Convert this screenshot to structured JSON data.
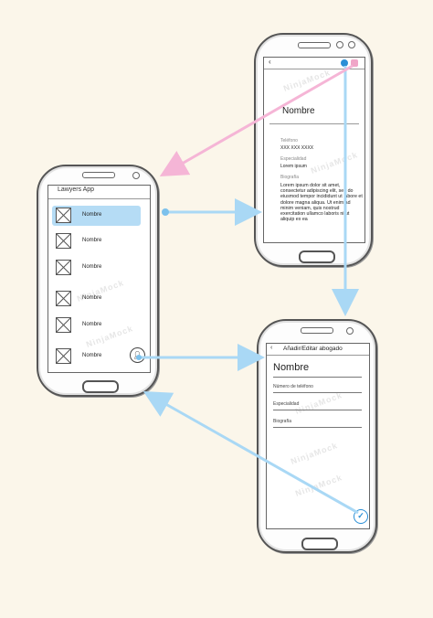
{
  "list_screen": {
    "title": "Lawyers App",
    "items": [
      {
        "label": "Nombre",
        "selected": true
      },
      {
        "label": "Nombre",
        "selected": false
      },
      {
        "label": "Nombre",
        "selected": false
      },
      {
        "label": "Nombre",
        "selected": false
      },
      {
        "label": "Nombre",
        "selected": false
      },
      {
        "label": "Nombre",
        "selected": false
      }
    ],
    "fab_icon": "add-person-icon"
  },
  "detail_screen": {
    "name": "Nombre",
    "phone_label": "Teléfono",
    "phone_value": "XXX XXX XXXX",
    "specialty_label": "Especialidad",
    "specialty_value": "Lorem ipsum",
    "bio_label": "Biografía",
    "bio_text": "Lorem ipsum dolor sit amet, consectetur adipiscing elit, sed do eiusmod tempor incididunt ut labore et dolore magna aliqua. Ut enim ad minim veniam, quis nostrud exercitation ullamco laboris ni ut aliquip ex ea"
  },
  "form_screen": {
    "title": "Añadir/Editar abogado",
    "name_field": "Nombre",
    "phone_field": "Número de teléfono",
    "specialty_field": "Especialidad",
    "bio_field": "Biografía"
  },
  "watermark": "NinjaMock",
  "colors": {
    "background": "#fbf6ea",
    "arrow_blue": "#a9d8f5",
    "arrow_pink": "#f5b5d6",
    "accent_blue": "#2b8fd6",
    "selection": "#b5dcf5"
  }
}
